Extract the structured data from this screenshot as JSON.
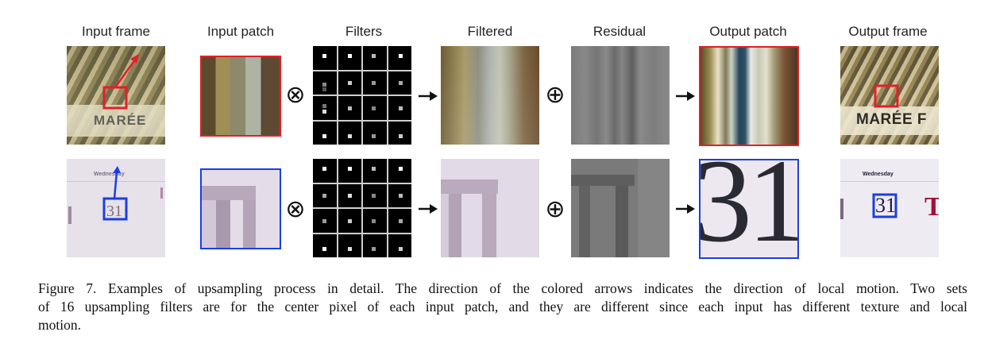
{
  "columns": {
    "input_frame": "Input frame",
    "input_patch": "Input patch",
    "filters": "Filters",
    "filtered": "Filtered",
    "residual": "Residual",
    "output_patch": "Output patch",
    "output_frame": "Output frame"
  },
  "operators": {
    "convolve": "⊗",
    "add": "⊕",
    "arrow": "→"
  },
  "row1": {
    "input_frame_sign_text": "MARÉE",
    "output_frame_sign_text": "MARÉE F"
  },
  "row2": {
    "input_frame_header_text": "Wednesday",
    "output_frame_header_text": "Wednesday",
    "output_patch_glyph": "31",
    "output_frame_glyph": "31",
    "output_frame_side_glyph": "T"
  },
  "caption": {
    "line1": "Figure 7. Examples of upsampling process in detail. The direction of the colored arrows indicates the direction of local motion. Two sets",
    "line2": "of 16 upsampling filters are for the center pixel of each input patch, and they are different since each input has different texture and local",
    "line3": "motion."
  },
  "colors": {
    "red_box": "#e0202a",
    "blue_box": "#1a3fe0"
  }
}
